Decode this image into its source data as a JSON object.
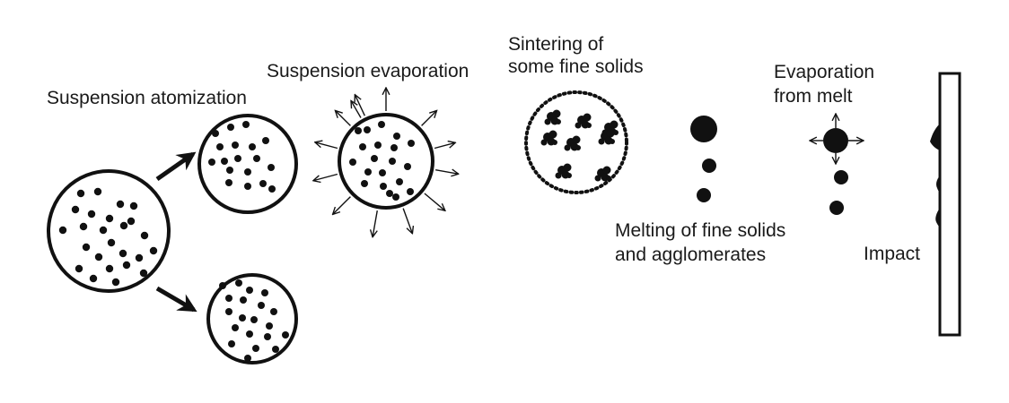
{
  "labels": {
    "atomization": "Suspension atomization",
    "evaporation": "Suspension evaporation",
    "sintering_line1": "Sintering of",
    "sintering_line2": "some fine solids",
    "melting_line1": "Melting of fine solids",
    "melting_line2": "and agglomerates",
    "evap_melt_line1": "Evaporation",
    "evap_melt_line2": "from melt",
    "impact": "Impact"
  },
  "colors": {
    "stroke": "#111111",
    "background": "#ffffff"
  }
}
